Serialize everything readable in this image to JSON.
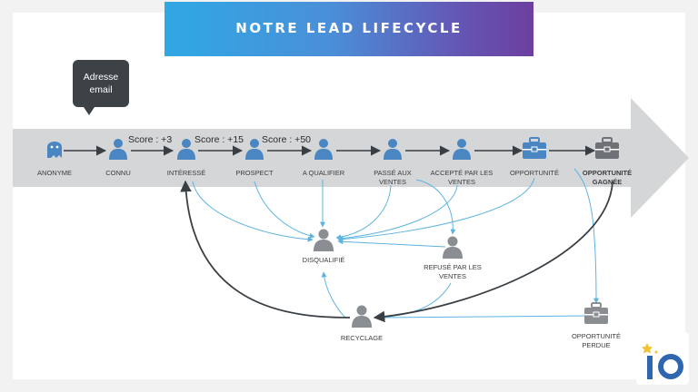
{
  "header": {
    "title": "NOTRE LEAD LIFECYCLE"
  },
  "callout": {
    "text": "Adresse\nemail"
  },
  "stages": [
    {
      "label": "ANONYME",
      "icon": "ghost-icon"
    },
    {
      "label": "CONNU",
      "icon": "person-icon"
    },
    {
      "label": "INTÉRESSÉ",
      "icon": "person-icon"
    },
    {
      "label": "PROSPECT",
      "icon": "person-icon"
    },
    {
      "label": "A QUALIFIER",
      "icon": "person-icon"
    },
    {
      "label": "PASSÉ AUX\nVENTES",
      "icon": "person-icon"
    },
    {
      "label": "ACCEPTÉ PAR LES\nVENTES",
      "icon": "person-icon"
    },
    {
      "label": "OPPORTUNITÉ",
      "icon": "briefcase-icon"
    },
    {
      "label": "OPPORTUNITÉ\nGAGNÉE",
      "icon": "briefcase-icon"
    }
  ],
  "scores": [
    "Score : +3",
    "Score : +15",
    "Score : +50"
  ],
  "outcomes": {
    "disqualified": "DISQUALIFIÉ",
    "refused": "REFUSÉ PAR LES\nVENTES",
    "recycling": "RECYCLAGE",
    "lost": "OPPORTUNITÉ\nPERDUE"
  },
  "colors": {
    "stage_icon": "#4a86c1",
    "neutral_icon": "#8a8e93",
    "won_icon": "#6e7276",
    "arrow_band": "#d4d6d8",
    "thin_arrow": "#5fb3e0",
    "dark_arrow": "#3a3f44",
    "banner_start": "#2fa8e4",
    "banner_end": "#6c3f9e"
  },
  "logo": {
    "text": "io"
  }
}
